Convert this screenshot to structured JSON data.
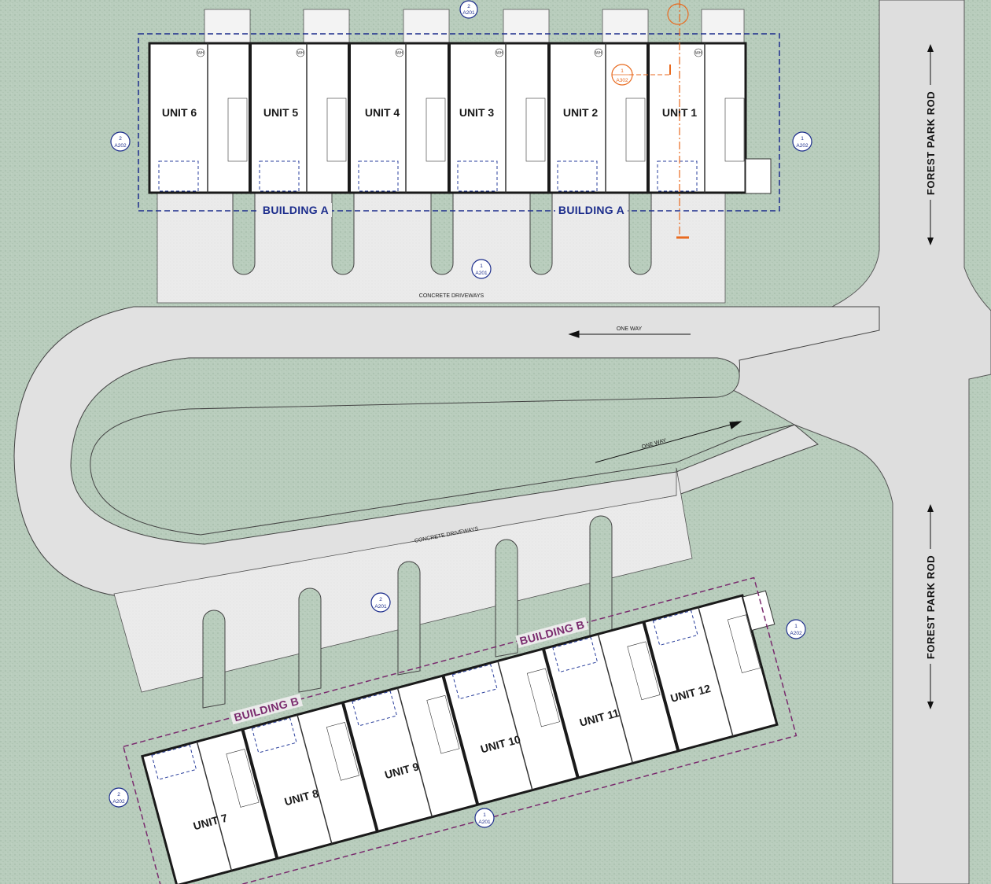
{
  "colors": {
    "grass": "#b9cdbd",
    "road": "#e1e1e1",
    "driveway": "#ececec",
    "building_a_outline": "#1c2d8c",
    "building_b_outline": "#7a2b6e",
    "section_marker": "#e86a1f",
    "wall": "#1a1a1a"
  },
  "building_a": {
    "label": "BUILDING A",
    "units": [
      "UNIT 6",
      "UNIT 5",
      "UNIT 4",
      "UNIT 3",
      "UNIT 2",
      "UNIT 1"
    ]
  },
  "building_b": {
    "label": "BUILDING B",
    "units": [
      "UNIT 7",
      "UNIT 8",
      "UNIT 9",
      "UNIT 10",
      "UNIT 11",
      "UNIT 12"
    ]
  },
  "labels": {
    "concrete_driveways": "CONCRETE DRIVEWAYS",
    "one_way": "ONE WAY",
    "road_name": "FOREST PARK ROD",
    "wh": "WH"
  },
  "tags": {
    "a201": "A201",
    "a202": "A202",
    "a302": "A302",
    "num_1": "1",
    "num_2": "2"
  }
}
